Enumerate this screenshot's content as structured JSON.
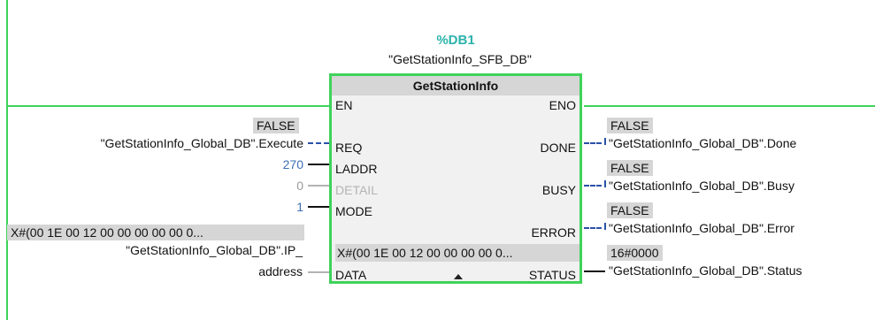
{
  "instance": {
    "db_name": "%DB1",
    "db_symbol": "\"GetStationInfo_SFB_DB\""
  },
  "block": {
    "title": "GetStationInfo",
    "pins_left": [
      "EN",
      "REQ",
      "LADDR",
      "DETAIL",
      "MODE",
      "DATA"
    ],
    "pins_right": [
      "ENO",
      "DONE",
      "BUSY",
      "ERROR",
      "STATUS"
    ],
    "data_value": "X#(00 1E 00 12 00 00 00 00 0..."
  },
  "inputs": {
    "req_value": "FALSE",
    "req_operand": "\"GetStationInfo_Global_DB\".Execute",
    "laddr_value": "270",
    "detail_value": "0",
    "mode_value": "1",
    "data_value": "X#(00 1E 00 12 00 00 00 00 00 0...",
    "data_operand_line1": "\"GetStationInfo_Global_DB\".IP_",
    "data_operand_line2": "address"
  },
  "outputs": {
    "done_value": "FALSE",
    "done_operand": "\"GetStationInfo_Global_DB\".Done",
    "busy_value": "FALSE",
    "busy_operand": "\"GetStationInfo_Global_DB\".Busy",
    "error_value": "FALSE",
    "error_operand": "\"GetStationInfo_Global_DB\".Error",
    "status_value": "16#0000",
    "status_operand": "\"GetStationInfo_Global_DB\".Status"
  },
  "colors": {
    "power_flow": "#3fd35a",
    "db_name": "#2bb3ab",
    "constant": "#3c6fb4",
    "bool_signal": "#2a52a8",
    "value_box": "#d6d6d6"
  }
}
